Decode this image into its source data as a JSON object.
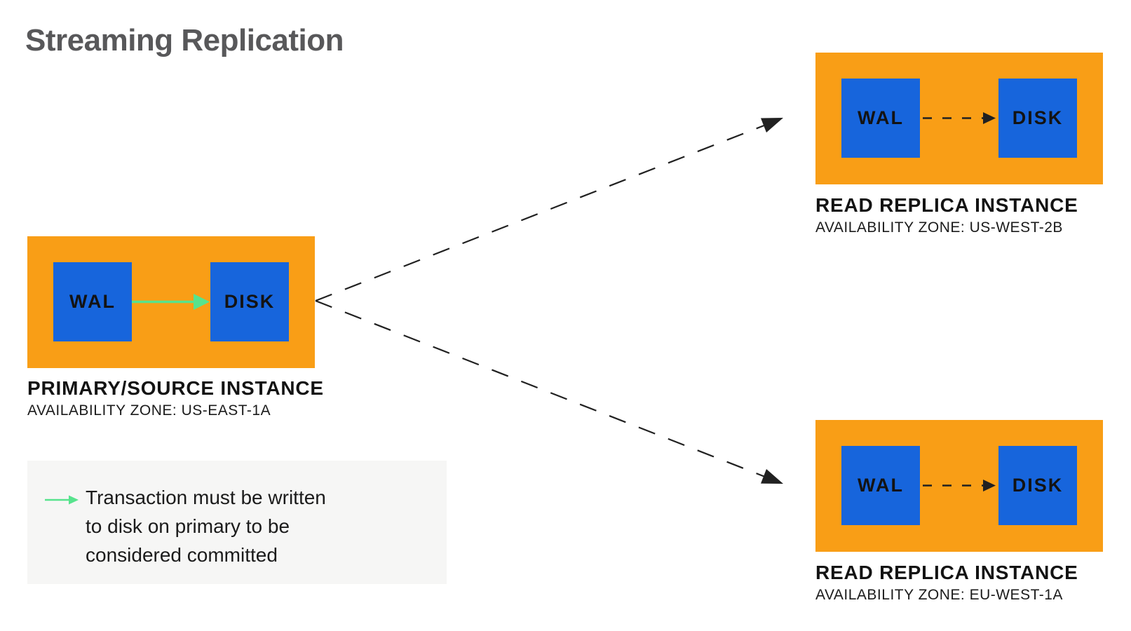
{
  "title": "Streaming Replication",
  "colors": {
    "instance_orange": "#F99E16",
    "block_blue": "#1765DC",
    "commit_green": "#57E38D",
    "arrow_black": "#212121",
    "title_gray": "#58585A",
    "legend_background": "#F6F6F5",
    "label_black": "#131313"
  },
  "primary_instance": {
    "wal": "WAL",
    "disk": "DISK",
    "name": "PRIMARY/SOURCE INSTANCE",
    "zone": "AVAILABILITY ZONE: US-EAST-1A"
  },
  "replica_top": {
    "wal": "WAL",
    "disk": "DISK",
    "name": "READ REPLICA INSTANCE",
    "zone": "AVAILABILITY ZONE: US-WEST-2B"
  },
  "replica_bottom": {
    "wal": "WAL",
    "disk": "DISK",
    "name": "READ REPLICA INSTANCE",
    "zone": "AVAILABILITY ZONE: EU-WEST-1A"
  },
  "legend": {
    "lines": [
      "Transaction must be written",
      "to disk on primary to be",
      "considered committed"
    ]
  }
}
